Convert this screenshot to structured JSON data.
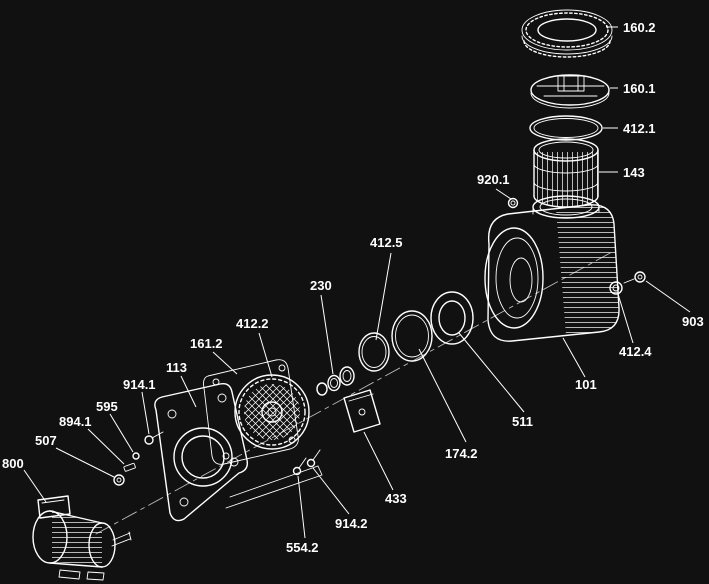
{
  "colors": {
    "background": "#111111",
    "line": "#ffffff"
  },
  "diagram_type": "exploded-parts-diagram",
  "labels": [
    {
      "text": "160.2"
    },
    {
      "text": "160.1"
    },
    {
      "text": "412.1"
    },
    {
      "text": "143"
    },
    {
      "text": "920.1"
    },
    {
      "text": "412.5"
    },
    {
      "text": "230"
    },
    {
      "text": "412.2"
    },
    {
      "text": "161.2"
    },
    {
      "text": "113"
    },
    {
      "text": "914.1"
    },
    {
      "text": "595"
    },
    {
      "text": "894.1"
    },
    {
      "text": "507"
    },
    {
      "text": "800"
    },
    {
      "text": "554.2"
    },
    {
      "text": "914.2"
    },
    {
      "text": "433"
    },
    {
      "text": "174.2"
    },
    {
      "text": "511"
    },
    {
      "text": "101"
    },
    {
      "text": "412.4"
    },
    {
      "text": "903"
    }
  ]
}
